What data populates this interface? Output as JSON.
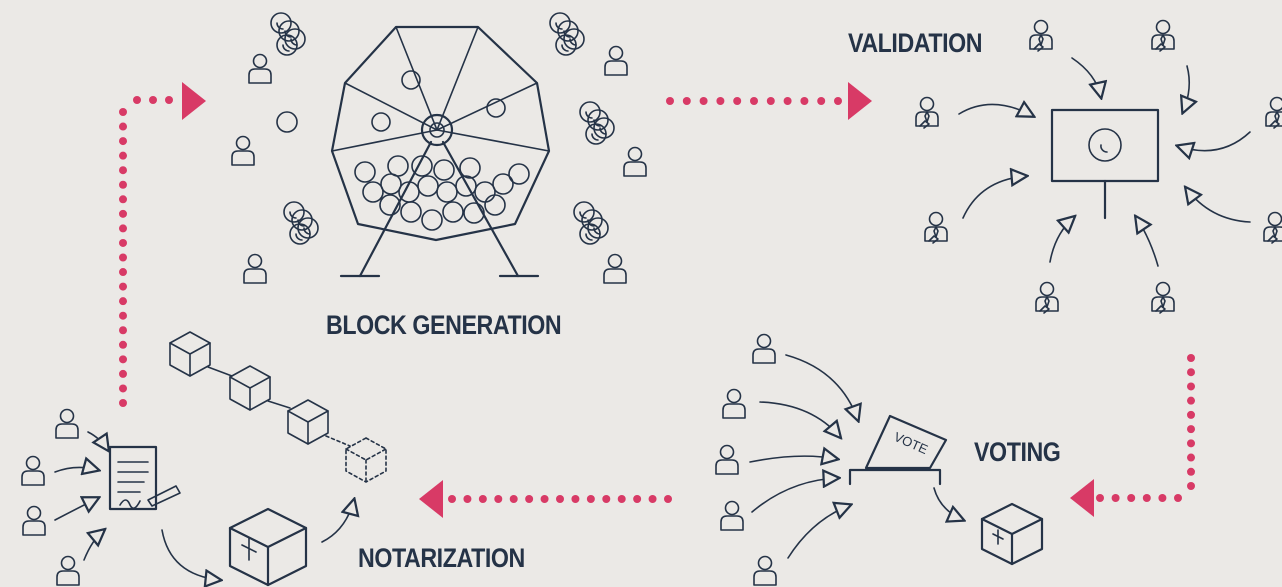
{
  "colors": {
    "background": "#ebe9e6",
    "ink": "#253347",
    "accent": "#d83a66"
  },
  "stages": {
    "block_generation": "BLOCK GENERATION",
    "validation": "VALIDATION",
    "voting": "VOTING",
    "notarization": "NOTARIZATION"
  },
  "ballot_text": "VOTE",
  "icons": [
    "lottery-wheel-icon",
    "coin-stack-icon",
    "person-icon",
    "validator-person-icon",
    "screen-icon",
    "ballot-box-icon",
    "document-sign-icon",
    "cube-icon",
    "blockchain-icon"
  ]
}
